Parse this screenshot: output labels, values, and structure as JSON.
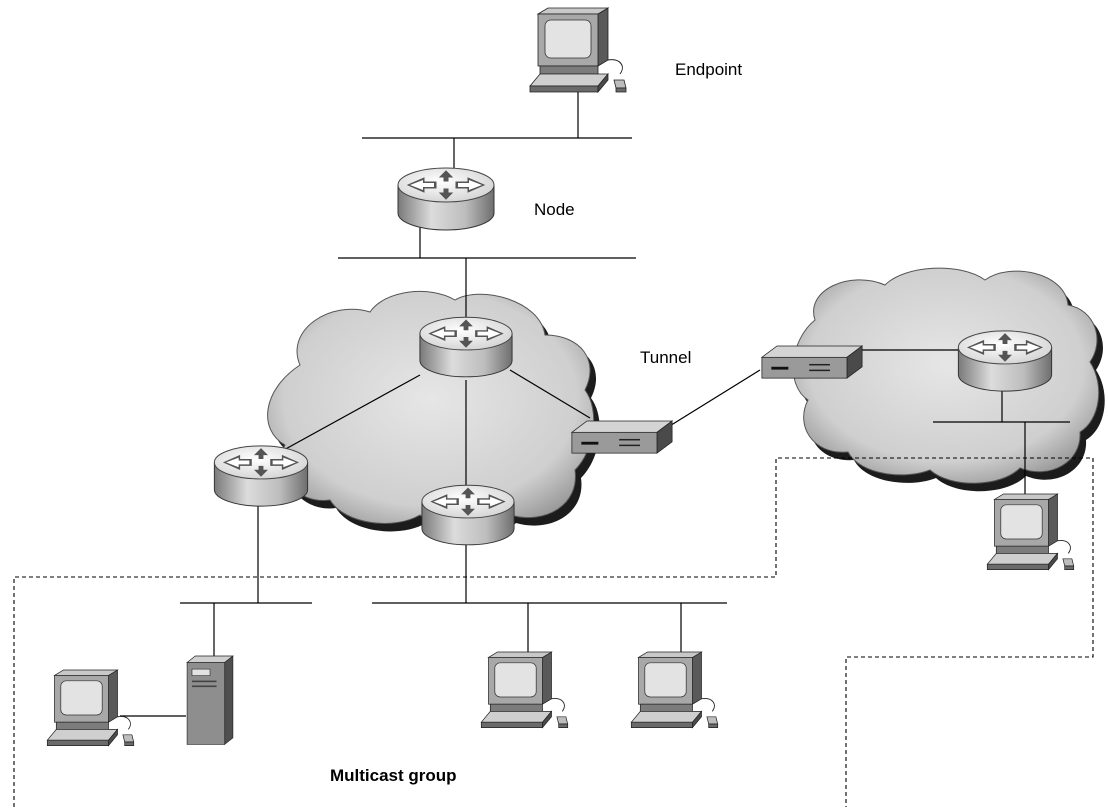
{
  "labels": {
    "endpoint": "Endpoint",
    "node": "Node",
    "tunnel": "Tunnel",
    "multicast_group": "Multicast group"
  },
  "icons": {
    "router": "router-icon",
    "workstation": "workstation-icon",
    "server": "server-tower-icon",
    "tunnel_device": "tunnel-device-icon",
    "cloud": "network-cloud-icon"
  },
  "colors": {
    "line": "#000000",
    "cloud_fill": "#d6d6d6",
    "cloud_shadow": "#2a2a2a",
    "router_top": "#e8e8e8",
    "device_body": "#8c8c8c"
  }
}
